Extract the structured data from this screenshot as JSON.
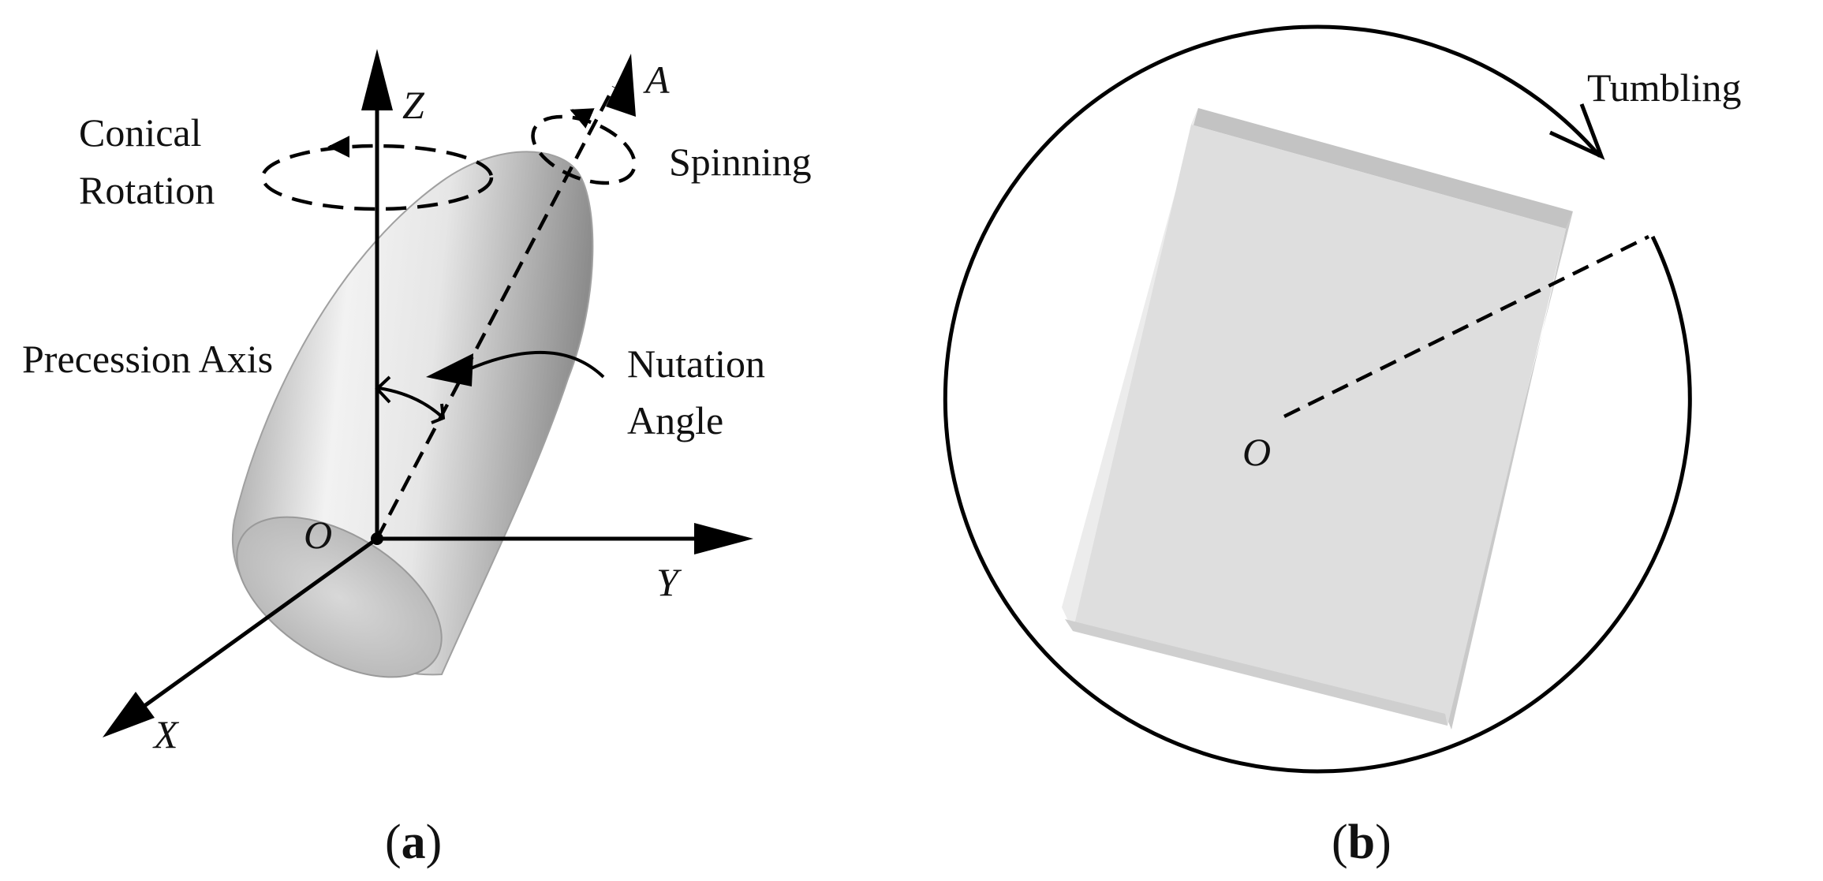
{
  "panel_a": {
    "axes": {
      "z": "Z",
      "y": "Y",
      "x": "X",
      "a": "A",
      "origin": "O"
    },
    "labels": {
      "conical_line1": "Conical",
      "conical_line2": "Rotation",
      "spinning": "Spinning",
      "precession": "Precession Axis",
      "nutation_line1": "Nutation",
      "nutation_line2": "Angle"
    },
    "caption": {
      "open": "(",
      "letter": "a",
      "close": ")"
    }
  },
  "panel_b": {
    "labels": {
      "tumbling": "Tumbling",
      "origin": "O"
    },
    "caption": {
      "open": "(",
      "letter": "b",
      "close": ")"
    }
  }
}
